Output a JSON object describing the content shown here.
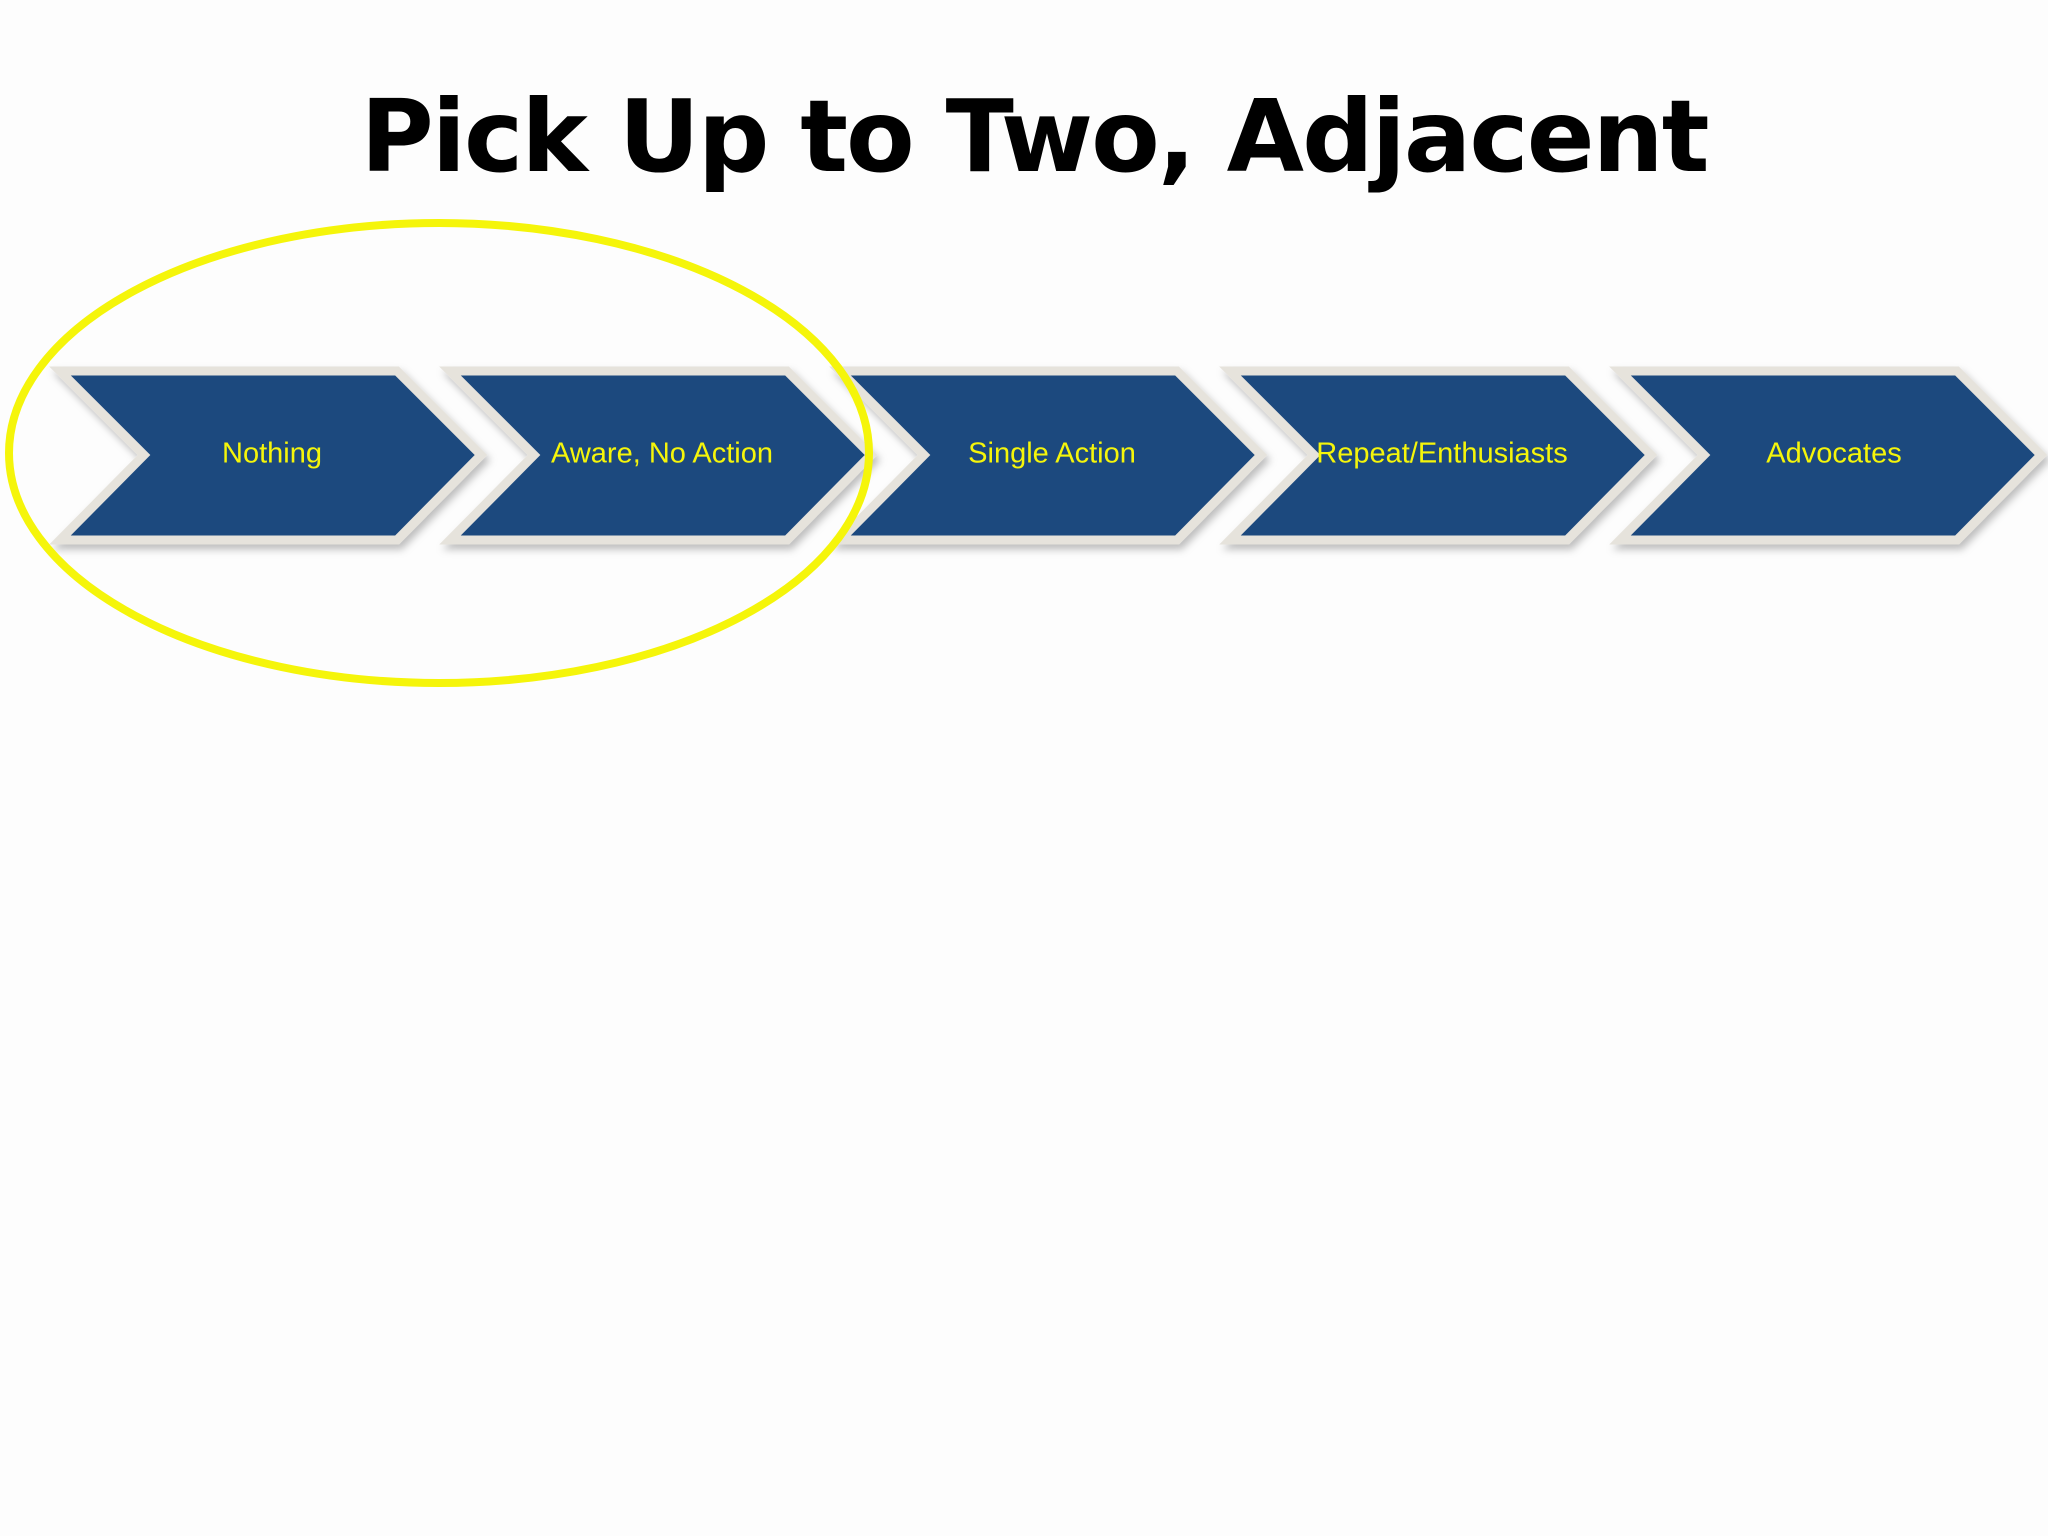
{
  "slide": {
    "title": "Pick Up to Two, Adjacent"
  },
  "process": {
    "steps": [
      {
        "label": "Nothing"
      },
      {
        "label": "Aware, No Action"
      },
      {
        "label": "Single Action"
      },
      {
        "label": "Repeat/Enthusiasts"
      },
      {
        "label": "Advocates"
      }
    ],
    "highlighted_steps": [
      "Nothing",
      "Aware, No Action"
    ]
  },
  "colors": {
    "chevron_fill": "#1f4a7e",
    "chevron_border": "#e6e3dc",
    "label_text": "#f5f50a",
    "highlight_ellipse": "#f5f50a"
  }
}
